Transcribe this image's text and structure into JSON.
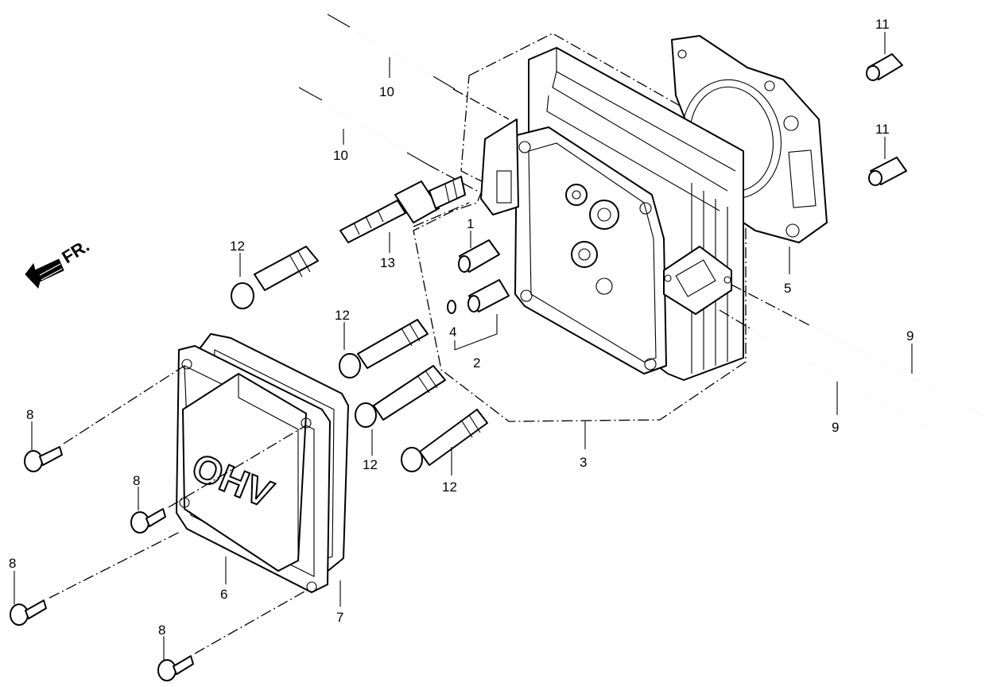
{
  "callouts": {
    "c1": "1",
    "c2": "2",
    "c3": "3",
    "c4": "4",
    "c5": "5",
    "c6": "6",
    "c7": "7",
    "c8a": "8",
    "c8b": "8",
    "c8c": "8",
    "c8d": "8",
    "c9a": "9",
    "c9b": "9",
    "c10a": "10",
    "c10b": "10",
    "c11a": "11",
    "c11b": "11",
    "c12a": "12",
    "c12b": "12",
    "c12c": "12",
    "c12d": "12",
    "c13": "13"
  },
  "direction_label": "FR.",
  "cover_embossed_text": "OHV"
}
